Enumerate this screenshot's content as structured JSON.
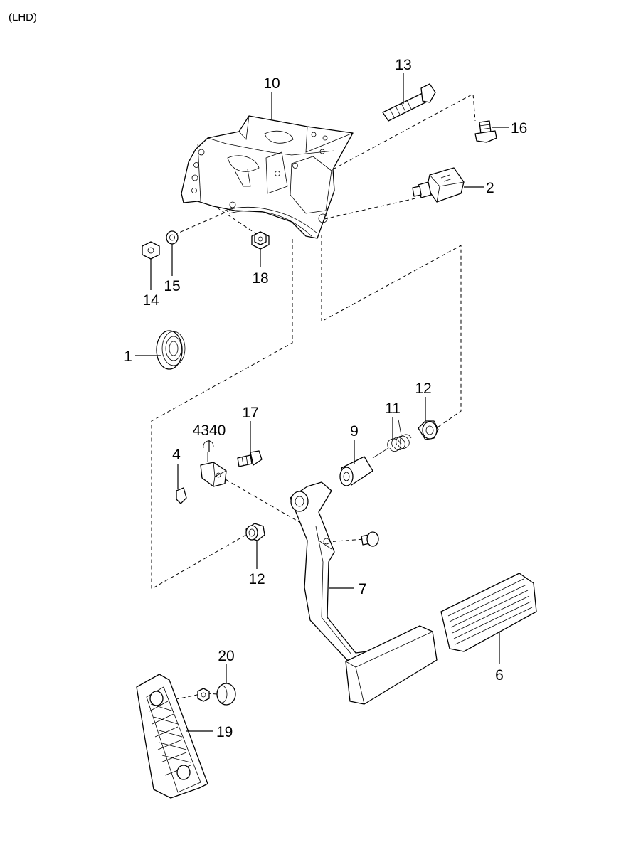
{
  "variant_label": "(LHD)",
  "callouts": {
    "c13": "13",
    "c10": "10",
    "c16": "16",
    "c2": "2",
    "c14": "14",
    "c15": "15",
    "c18": "18",
    "c1": "1",
    "c12_top": "12",
    "c11": "11",
    "c9": "9",
    "c17": "17",
    "c4340": "4340",
    "c4": "4",
    "c12_bottom": "12",
    "c7": "7",
    "c6": "6",
    "c20": "20",
    "c19": "19"
  }
}
